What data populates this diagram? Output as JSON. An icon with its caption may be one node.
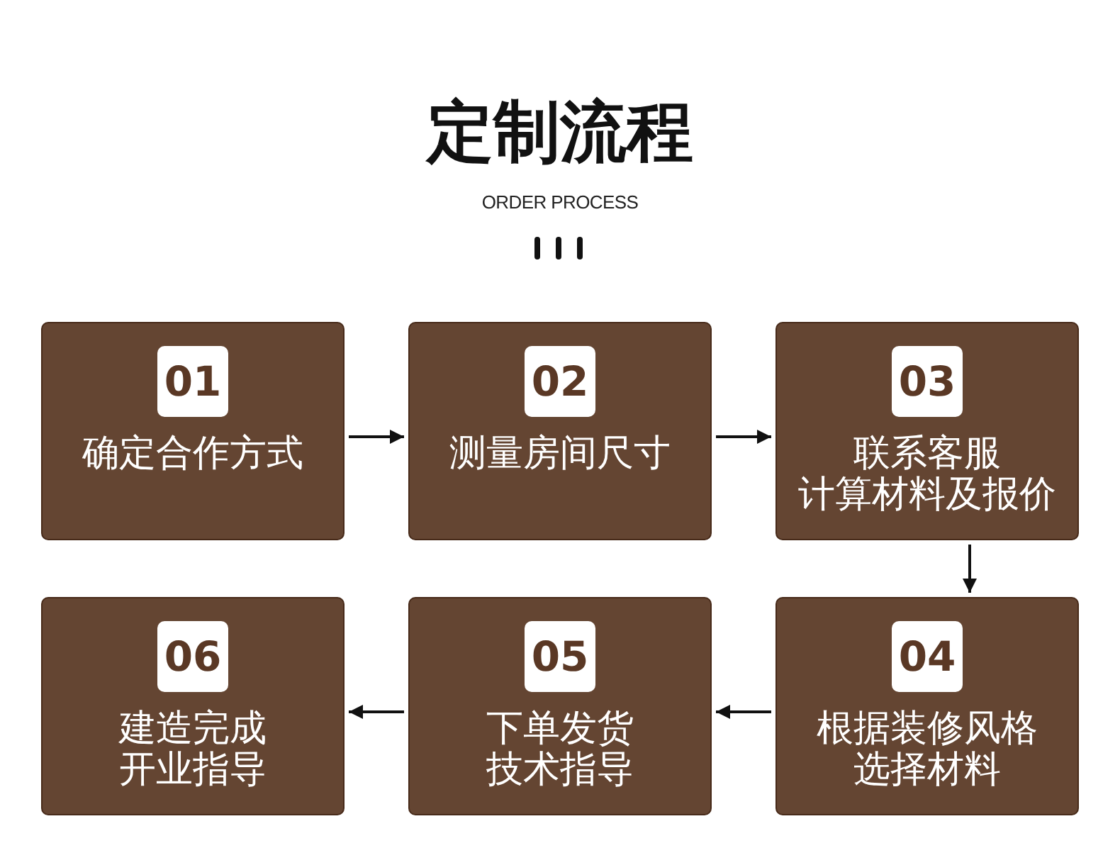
{
  "diagram": {
    "title": "定制流程",
    "nodes": [
      {
        "text": [
          "01",
          "确定合作方式"
        ]
      },
      {
        "text": [
          "02",
          "测量房间尺寸"
        ]
      },
      {
        "text": [
          "03",
          "联系客服计算材料及报价"
        ]
      },
      {
        "text": [
          "04",
          "根据装修风格选择材料"
        ]
      },
      {
        "text": [
          "05",
          "下单发货技术指导"
        ]
      },
      {
        "text": [
          "06",
          "建造完成开业指导"
        ]
      }
    ],
    "edges": [
      {
        "from": 0,
        "to": 1,
        "arrow": "to"
      },
      {
        "from": 1,
        "to": 2,
        "arrow": "to"
      },
      {
        "from": 2,
        "to": 3,
        "arrow": "to"
      },
      {
        "from": 3,
        "to": 4,
        "arrow": "to"
      },
      {
        "from": 4,
        "to": 5,
        "arrow": "to"
      }
    ],
    "labels": [
      "ORDER PROCESS"
    ]
  }
}
